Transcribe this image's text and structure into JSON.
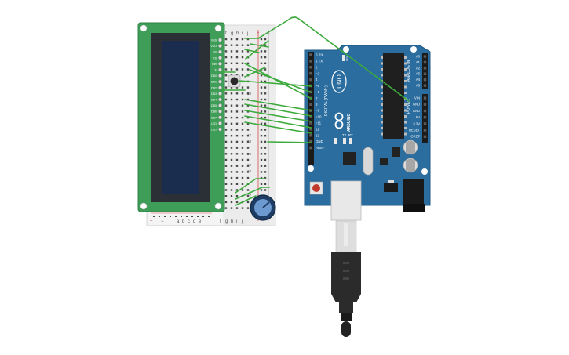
{
  "colors": {
    "background": "#ffffff",
    "lcd_pcb": "#3e9d57",
    "lcd_bezel": "#2a3036",
    "lcd_screen": "#1a2d4f",
    "breadboard": "#f0f0f0",
    "power_rail_red": "#d94a4a",
    "wire": "#3caa3c",
    "arduino_board": "#2b6d9e",
    "usb_cable": "#2b2b2b"
  },
  "breadboard": {
    "column_letters_top": [
      "f",
      "g",
      "h",
      "i",
      "j"
    ],
    "column_letters_bottom_left": [
      "a",
      "b",
      "c",
      "d",
      "e"
    ],
    "column_letters_bottom_right": [
      "f",
      "g",
      "h",
      "i",
      "j"
    ],
    "rail_plus": "+",
    "rail_minus": "−",
    "row_numbers": [
      "10",
      "17",
      "18",
      "20",
      "22",
      "23",
      "27"
    ]
  },
  "lcd": {
    "pin_labels": [
      "VSS",
      "VDD",
      "V0",
      "RS",
      "RW",
      "E",
      "DB0",
      "DB1",
      "DB2",
      "DB3",
      "DB4",
      "DB5",
      "DB6",
      "DB7",
      "LED",
      "LED"
    ]
  },
  "arduino": {
    "logo_text": "UNO",
    "brand": "ARDUINO",
    "digital_header_label": "DIGITAL (PWM~)",
    "digital_pins": [
      "0 RX",
      "1 TX",
      "2",
      "~3",
      "4",
      "~5",
      "~6",
      "7",
      "8",
      "~9",
      "~10",
      "~11",
      "12",
      "13",
      "GND",
      "AREF"
    ],
    "analog_header_label": "ANALOG IN",
    "analog_pins": [
      "A0",
      "A1",
      "A2",
      "A3",
      "A4",
      "A5"
    ],
    "power_header_label": "POWER",
    "power_pins": [
      "VIN",
      "GND",
      "GND",
      "5V",
      "3.3V",
      "RESET",
      "IOREF"
    ],
    "led_labels": [
      "L",
      "TX",
      "RX"
    ],
    "on_label": "ON"
  }
}
